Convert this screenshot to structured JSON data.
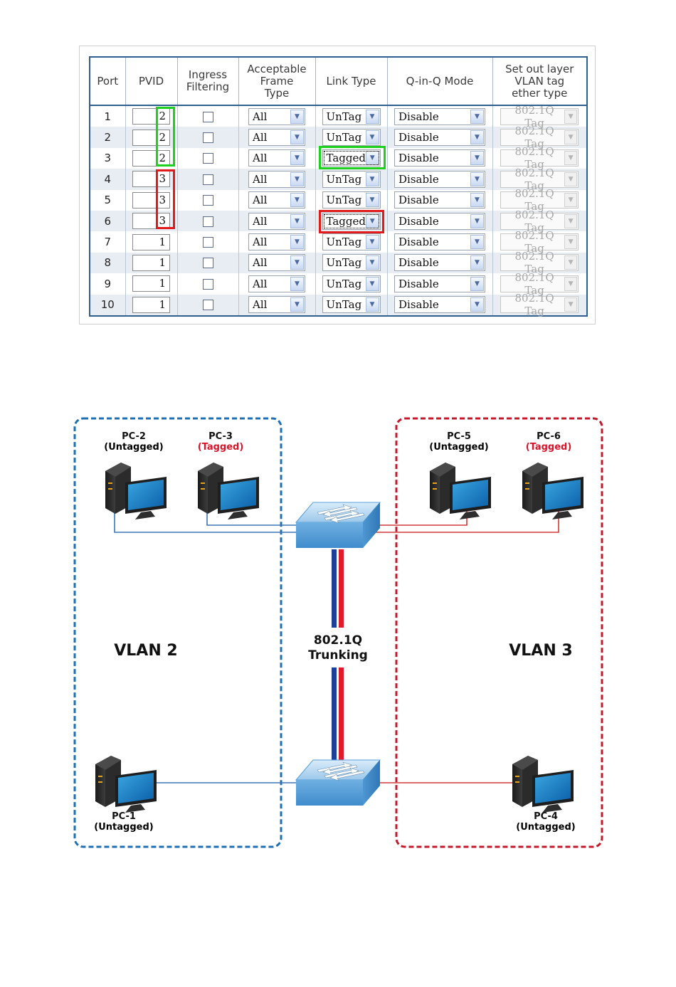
{
  "table": {
    "headers": {
      "port": "Port",
      "pvid": "PVID",
      "ingress": [
        "Ingress",
        "Filtering"
      ],
      "frame": [
        "Acceptable",
        "Frame",
        "Type"
      ],
      "link": "Link Type",
      "qinq": "Q-in-Q Mode",
      "outer": [
        "Set out layer",
        "VLAN tag",
        "ether type"
      ]
    },
    "rows": [
      {
        "port": "1",
        "pvid": "2",
        "ingress_checked": false,
        "frame": "All",
        "link": "UnTag",
        "qinq": "Disable",
        "outer": "802.1Q Tag"
      },
      {
        "port": "2",
        "pvid": "2",
        "ingress_checked": false,
        "frame": "All",
        "link": "UnTag",
        "qinq": "Disable",
        "outer": "802.1Q Tag"
      },
      {
        "port": "3",
        "pvid": "2",
        "ingress_checked": false,
        "frame": "All",
        "link": "Tagged",
        "qinq": "Disable",
        "outer": "802.1Q Tag"
      },
      {
        "port": "4",
        "pvid": "3",
        "ingress_checked": false,
        "frame": "All",
        "link": "UnTag",
        "qinq": "Disable",
        "outer": "802.1Q Tag"
      },
      {
        "port": "5",
        "pvid": "3",
        "ingress_checked": false,
        "frame": "All",
        "link": "UnTag",
        "qinq": "Disable",
        "outer": "802.1Q Tag"
      },
      {
        "port": "6",
        "pvid": "3",
        "ingress_checked": false,
        "frame": "All",
        "link": "Tagged",
        "qinq": "Disable",
        "outer": "802.1Q Tag"
      },
      {
        "port": "7",
        "pvid": "1",
        "ingress_checked": false,
        "frame": "All",
        "link": "UnTag",
        "qinq": "Disable",
        "outer": "802.1Q Tag"
      },
      {
        "port": "8",
        "pvid": "1",
        "ingress_checked": false,
        "frame": "All",
        "link": "UnTag",
        "qinq": "Disable",
        "outer": "802.1Q Tag"
      },
      {
        "port": "9",
        "pvid": "1",
        "ingress_checked": false,
        "frame": "All",
        "link": "UnTag",
        "qinq": "Disable",
        "outer": "802.1Q Tag"
      },
      {
        "port": "10",
        "pvid": "1",
        "ingress_checked": false,
        "frame": "All",
        "link": "UnTag",
        "qinq": "Disable",
        "outer": "802.1Q Tag"
      }
    ],
    "highlight_colors": {
      "vlan2": "#1fd11f",
      "vlan3": "#e11b1b"
    }
  },
  "diagram": {
    "vlan2": {
      "label": "VLAN 2",
      "color": "#1f6fb5"
    },
    "vlan3": {
      "label": "VLAN 3",
      "color": "#c4182b"
    },
    "trunk": {
      "line1": "802.1Q",
      "line2": "Trunking"
    },
    "tag_color": "#d9152a",
    "pcs": [
      {
        "id": "pc2",
        "name": "PC-2",
        "tag": "(Untagged)",
        "tagged": false
      },
      {
        "id": "pc3",
        "name": "PC-3",
        "tag": "(Tagged)",
        "tagged": true
      },
      {
        "id": "pc5",
        "name": "PC-5",
        "tag": "(Untagged)",
        "tagged": false
      },
      {
        "id": "pc6",
        "name": "PC-6",
        "tag": "(Tagged)",
        "tagged": true
      },
      {
        "id": "pc1",
        "name": "PC-1",
        "tag": "(Untagged)",
        "tagged": false
      },
      {
        "id": "pc4",
        "name": "PC-4",
        "tag": "(Untagged)",
        "tagged": false
      }
    ]
  }
}
